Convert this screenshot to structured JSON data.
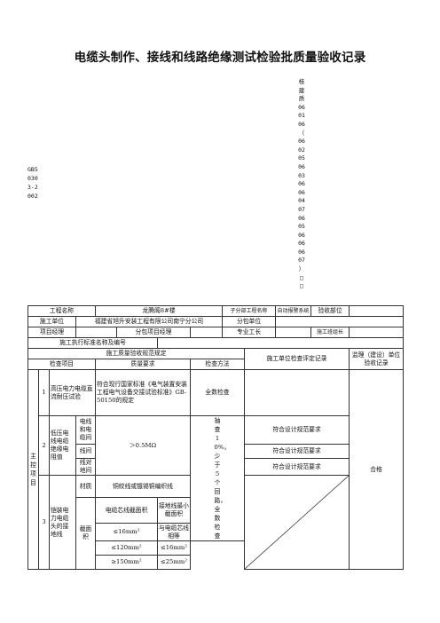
{
  "title": "电缆头制作、接线和线路绝缘测试检验批质量验收记录",
  "left_code": "GB50303-2002",
  "right_code": [
    "桂",
    "建",
    "质",
    "06",
    "01",
    "06",
    "（",
    "06",
    "02",
    "05",
    "06",
    "03",
    "06",
    "06",
    "04",
    "07",
    "06",
    "05",
    "06",
    "06",
    "06",
    "07",
    "）",
    "□",
    "□"
  ],
  "header": {
    "project_name_label": "工程名称",
    "project_name_value": "龙腾阁8#楼",
    "sub_project_label": "子分部工程名称",
    "item_project_label": "自动报警系统",
    "acceptance_part_label": "验收部位",
    "contractor_label": "施工单位",
    "contractor_value": "福建省旭升安装工程有限公司南宁分公司",
    "subcontractor_label": "分包单位",
    "pm_label": "项目经理",
    "sub_pm_label": "分包项目经理",
    "foreman_label": "专业工长",
    "team_leader_label": "施工班组长",
    "standard_label": "施工执行标准名称及编号"
  },
  "table": {
    "spec_header": "施工质量验收规范规定",
    "contractor_check_header": "施工单位检查评定记录",
    "supervisor_header": "监理（建设）单位验收记录",
    "col_item": "检查项目",
    "col_requirement": "质量要求",
    "col_method": "检查方法",
    "main_control": "主控项目",
    "row1_no": "1",
    "row1_item": "高压电力电缆直流耐压试验",
    "row1_req": "符合现行国家标准《电气装置安装工程电气设备交接试验标准》GB-50150的规定",
    "row1_method": "全数检查",
    "row2_no": "2",
    "row2_item": "低压电线电缆绝缘电阻值",
    "row2_sub1": "电线和电缆间",
    "row2_sub2": "线间",
    "row2_sub3": "线对地间",
    "row2_req": "＞0.5MΩ",
    "row2_method": "抽查10%，少于5个回路，全数检查",
    "row2_result": "符合设计规范要求",
    "row3_no": "3",
    "row3_item": "铠装电力电缆头的接地线",
    "row3_material_label": "材质",
    "row3_material_value": "铜绞线或镀锡铜编织线",
    "row3_core_area": "电缆芯线截面积",
    "row3_ground_area": "接地线最小截面积",
    "row3_section_label": "截面积",
    "row3_r1_core": "≤16mm²",
    "row3_r1_ground": "与电缆芯线相等",
    "row3_r2_core": "≤120mm²",
    "row3_r2_ground": "≤16mm²",
    "row3_r3_core": "≥150mm²",
    "row3_r3_ground": "≤25mm²",
    "supervisor_result": "合格"
  }
}
